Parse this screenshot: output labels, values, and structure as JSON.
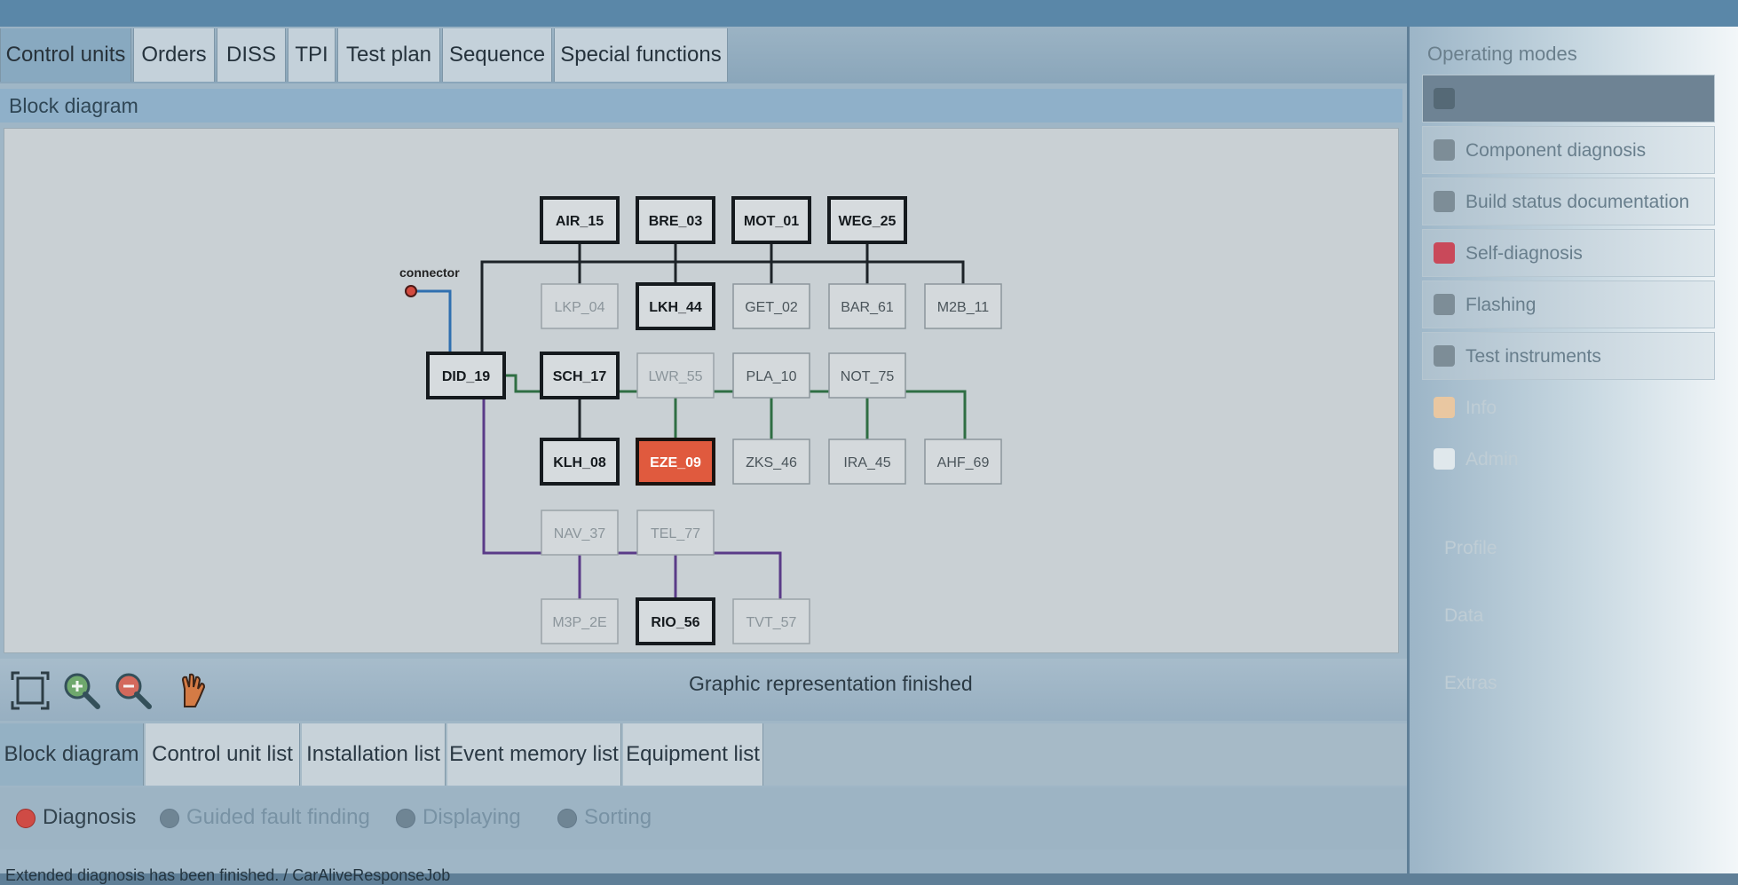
{
  "top_tabs": [
    {
      "label": "Control units",
      "active": true
    },
    {
      "label": "Orders"
    },
    {
      "label": "DISS"
    },
    {
      "label": "TPI"
    },
    {
      "label": "Test plan"
    },
    {
      "label": "Sequence"
    },
    {
      "label": "Special functions"
    }
  ],
  "panel_title": "Block diagram",
  "diagram": {
    "connector_label": "connector",
    "line_colors": {
      "bus_black": "#1d2328",
      "bus_green": "#2f6e43",
      "bus_purple": "#5a3b88",
      "bus_blue": "#2f6fb0"
    },
    "nodes": [
      {
        "id": "AIR_15",
        "state": "bold"
      },
      {
        "id": "BRE_03",
        "state": "bold"
      },
      {
        "id": "MOT_01",
        "state": "bold"
      },
      {
        "id": "WEG_25",
        "state": "bold"
      },
      {
        "id": "LKP_04",
        "state": "dim"
      },
      {
        "id": "LKH_44",
        "state": "bold"
      },
      {
        "id": "GET_02",
        "state": "normal"
      },
      {
        "id": "BAR_61",
        "state": "normal"
      },
      {
        "id": "M2B_11",
        "state": "normal"
      },
      {
        "id": "DID_19",
        "state": "bold"
      },
      {
        "id": "SCH_17",
        "state": "bold"
      },
      {
        "id": "LWR_55",
        "state": "dim"
      },
      {
        "id": "PLA_10",
        "state": "normal"
      },
      {
        "id": "NOT_75",
        "state": "normal"
      },
      {
        "id": "KLH_08",
        "state": "bold"
      },
      {
        "id": "EZE_09",
        "state": "fault"
      },
      {
        "id": "ZKS_46",
        "state": "normal"
      },
      {
        "id": "IRA_45",
        "state": "normal"
      },
      {
        "id": "AHF_69",
        "state": "normal"
      },
      {
        "id": "NAV_37",
        "state": "dim"
      },
      {
        "id": "TEL_77",
        "state": "dim"
      },
      {
        "id": "M3P_2E",
        "state": "dim"
      },
      {
        "id": "RIO_56",
        "state": "bold"
      },
      {
        "id": "TVT_57",
        "state": "dim"
      }
    ],
    "fault_color": "#e05a3e"
  },
  "toolbar": {
    "status": "Graphic representation finished",
    "icons": [
      "fit-screen-icon",
      "zoom-in-icon",
      "zoom-out-icon",
      "hand-pan-icon"
    ]
  },
  "bottom_tabs": [
    {
      "label": "Block diagram",
      "active": true
    },
    {
      "label": "Control unit list"
    },
    {
      "label": "Installation list"
    },
    {
      "label": "Event memory list"
    },
    {
      "label": "Equipment list"
    }
  ],
  "modes": [
    {
      "label": "Diagnosis",
      "enabled": true
    },
    {
      "label": "Guided fault finding",
      "enabled": false
    },
    {
      "label": "Displaying",
      "enabled": false
    },
    {
      "label": "Sorting",
      "enabled": false
    }
  ],
  "footer_message": "Extended diagnosis has been finished. / CarAliveResponseJob",
  "right_panel": {
    "title": "Operating modes",
    "items": [
      {
        "label": "",
        "selected": true
      },
      {
        "label": "Component diagnosis"
      },
      {
        "label": "Build status documentation"
      },
      {
        "label": "Self-diagnosis"
      },
      {
        "label": "Flashing"
      },
      {
        "label": "Test instruments"
      },
      {
        "label": "Info"
      },
      {
        "label": "Admin"
      },
      {
        "label": "Profile"
      },
      {
        "label": "Data"
      },
      {
        "label": "Extras"
      }
    ]
  }
}
